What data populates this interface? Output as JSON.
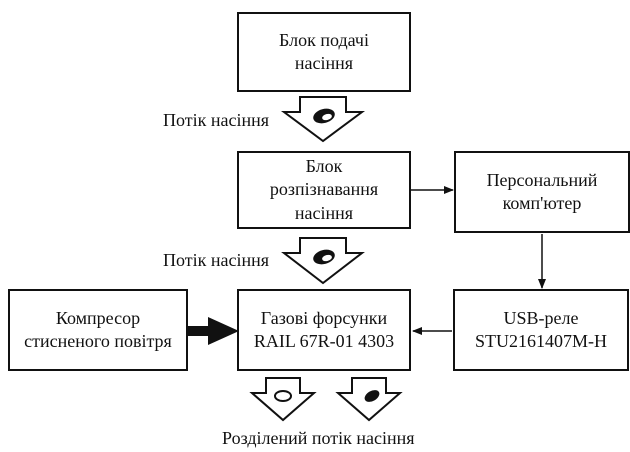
{
  "blocks": {
    "seed_feed": {
      "line1": "Блок подачі",
      "line2": "насіння"
    },
    "recognition": {
      "line1": "Блок",
      "line2": "розпізнавання",
      "line3": "насіння"
    },
    "pc": {
      "line1": "Персональний",
      "line2": "комп'ютер"
    },
    "compressor": {
      "line1": "Компресор",
      "line2": "стисненого повітря"
    },
    "injectors": {
      "line1": "Газові форсунки",
      "line2": "RAIL 67R-01 4303"
    },
    "relay": {
      "line1": "USB-реле",
      "line2": "STU2161407M-H"
    }
  },
  "labels": {
    "flow_1": "Потік насіння",
    "flow_2": "Потік насіння",
    "separated": "Розділений потік насіння"
  },
  "colors": {
    "stroke": "#111111",
    "fill": "#ffffff"
  }
}
